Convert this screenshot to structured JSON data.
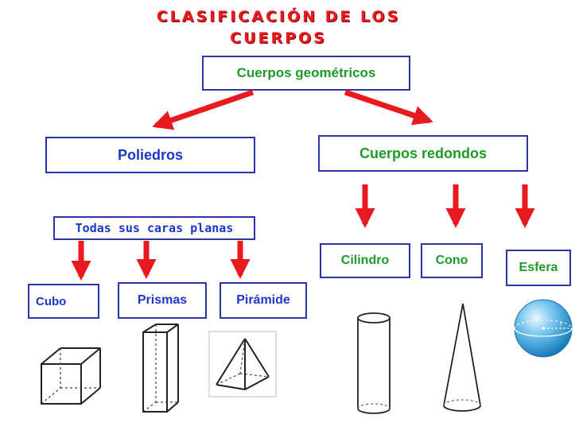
{
  "title_line1": "CLASIFICACIÓN DE LOS",
  "title_line2": "CUERPOS",
  "root": "Cuerpos geométricos",
  "poliedros": {
    "label": "Poliedros",
    "note": "Todas sus caras planas",
    "children": [
      "Cubo",
      "Prismas",
      "Pirámide"
    ]
  },
  "redondos": {
    "label": "Cuerpos redondos",
    "children": [
      "Cilindro",
      "Cono",
      "Esfera"
    ]
  },
  "sphere_radius_label": "r",
  "colors": {
    "title": "#e8191f",
    "arrow": "#e8191f",
    "green_text": "#1e9a28",
    "blue_text": "#1f35c8",
    "box_border": "#2b35a8"
  },
  "icons": [
    "cube-icon",
    "prism-icon",
    "pyramid-icon",
    "cylinder-icon",
    "cone-icon",
    "sphere-icon"
  ]
}
